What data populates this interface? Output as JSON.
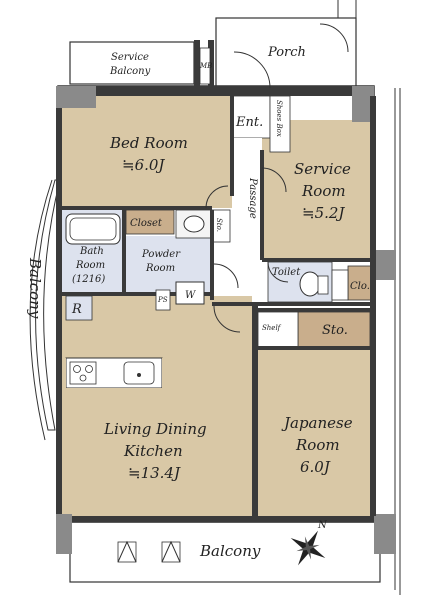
{
  "rooms": {
    "bed_room": {
      "name": "Bed Room",
      "size": "≒6.0J"
    },
    "service_room": {
      "name": "Service",
      "name2": "Room",
      "size": "≒5.2J"
    },
    "ldk": {
      "name": "Living Dining",
      "name2": "Kitchen",
      "size": "≒13.4J"
    },
    "japanese_room": {
      "name": "Japanese",
      "name2": "Room",
      "size": "6.0J"
    },
    "bath_room": {
      "name": "Bath",
      "name2": "Room",
      "size": "(1216)"
    },
    "powder_room": {
      "name": "Powder",
      "name2": "Room"
    }
  },
  "labels": {
    "porch": "Porch",
    "service_balcony": "Service",
    "service_balcony2": "Balcony",
    "mb": "MB",
    "entrance": "Ent.",
    "shoes_box": "Shoes Box",
    "passage": "Passage",
    "closet": "Closet",
    "sto_small": "Sto.",
    "sto": "Sto.",
    "toilet": "Toilet",
    "clo": "Clo.",
    "shelf": "Shelf",
    "balcony_left": "Balcony",
    "balcony_bottom": "Balcony",
    "refrigerator": "R",
    "washer": "W",
    "ps": "PS",
    "compass": "N"
  },
  "colors": {
    "room_fill": "#d9c8a6",
    "wet_area_fill": "#dde2ee",
    "storage_fill": "#c9ae8c",
    "wall": "#3a3a3a"
  }
}
